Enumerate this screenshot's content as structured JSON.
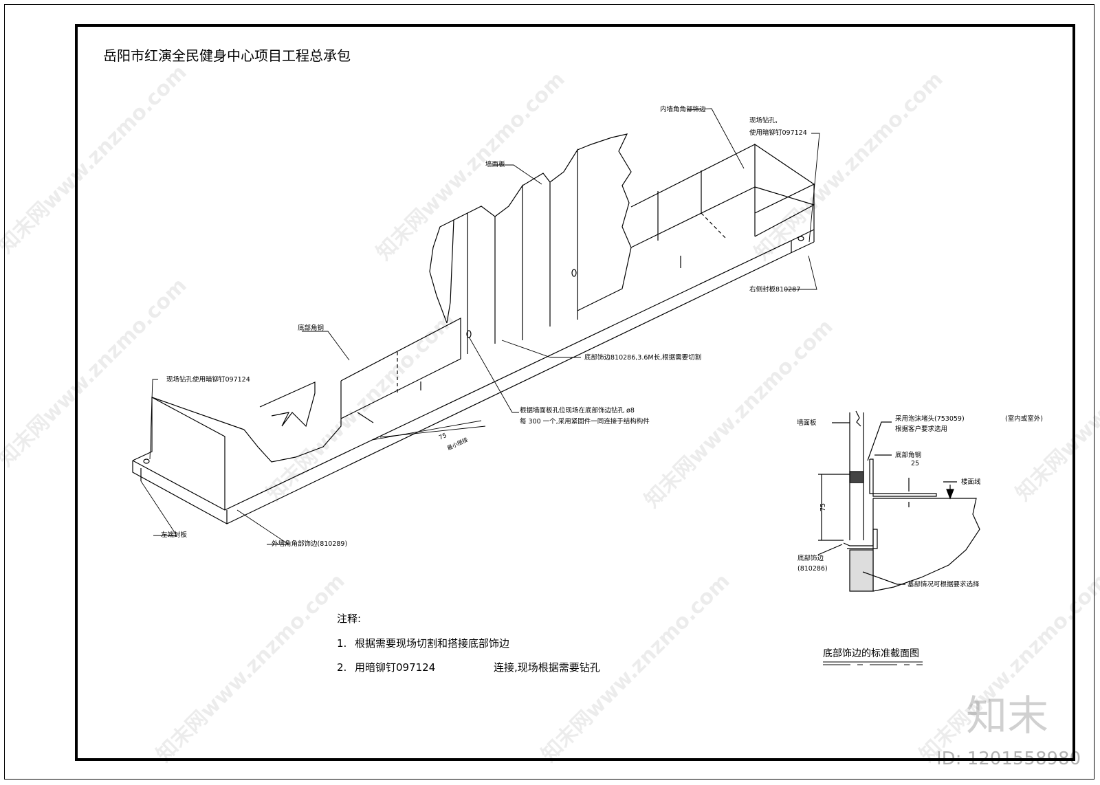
{
  "drawing": {
    "project_title": "岳阳市红演全民健身中心项目工程总承包",
    "iso_labels": {
      "inner_corner": "内墙角角部饰边",
      "drill_right_1": "现场钻孔,",
      "drill_right_2": "使用暗铆钉097124",
      "wall_panel": "墙面板",
      "right_cap": "右侧封板810287",
      "bottom_angle": "底部角钢",
      "bottom_trim": "底部饰边810286,3.6M长,根据需要切割",
      "drill_left": "现场钻孔使用暗铆钉097124",
      "hole_note_1": "根据墙面板孔位现场在底部饰边钻孔 ø8",
      "hole_note_2": "每 300 一个,采用紧固件一同连接于结构构件",
      "dim_75": "75",
      "min_overlap": "最小搭接",
      "left_cap": "左端封板",
      "outer_corner": "外墙角角部饰边(810289)"
    },
    "section": {
      "title": "底部饰边的标准截面图",
      "wall_panel": "墙面板",
      "foam_1": "采用泡沫堵头(753059)",
      "foam_2": "根据客户要求选用",
      "room_side": "(室内或室外)",
      "bottom_angle": "底部角钢",
      "dim_25": "25",
      "floor_line": "楼面线",
      "dim_75": "75",
      "trim_1": "底部饰边",
      "trim_2": "(810286)",
      "base_note": "基部情况可根据要求选择"
    },
    "notes": {
      "heading": "注释:",
      "items": [
        {
          "num": "1.",
          "text": "根据需要现场切割和搭接底部饰边"
        },
        {
          "num": "2.",
          "text": "用暗铆钉097124",
          "tail": "连接,现场根据需要钻孔"
        }
      ]
    }
  },
  "watermark": {
    "repeat_text": "知末网www.znzmo.com",
    "brand": "知末",
    "id_text": "ID: 1201558980"
  }
}
